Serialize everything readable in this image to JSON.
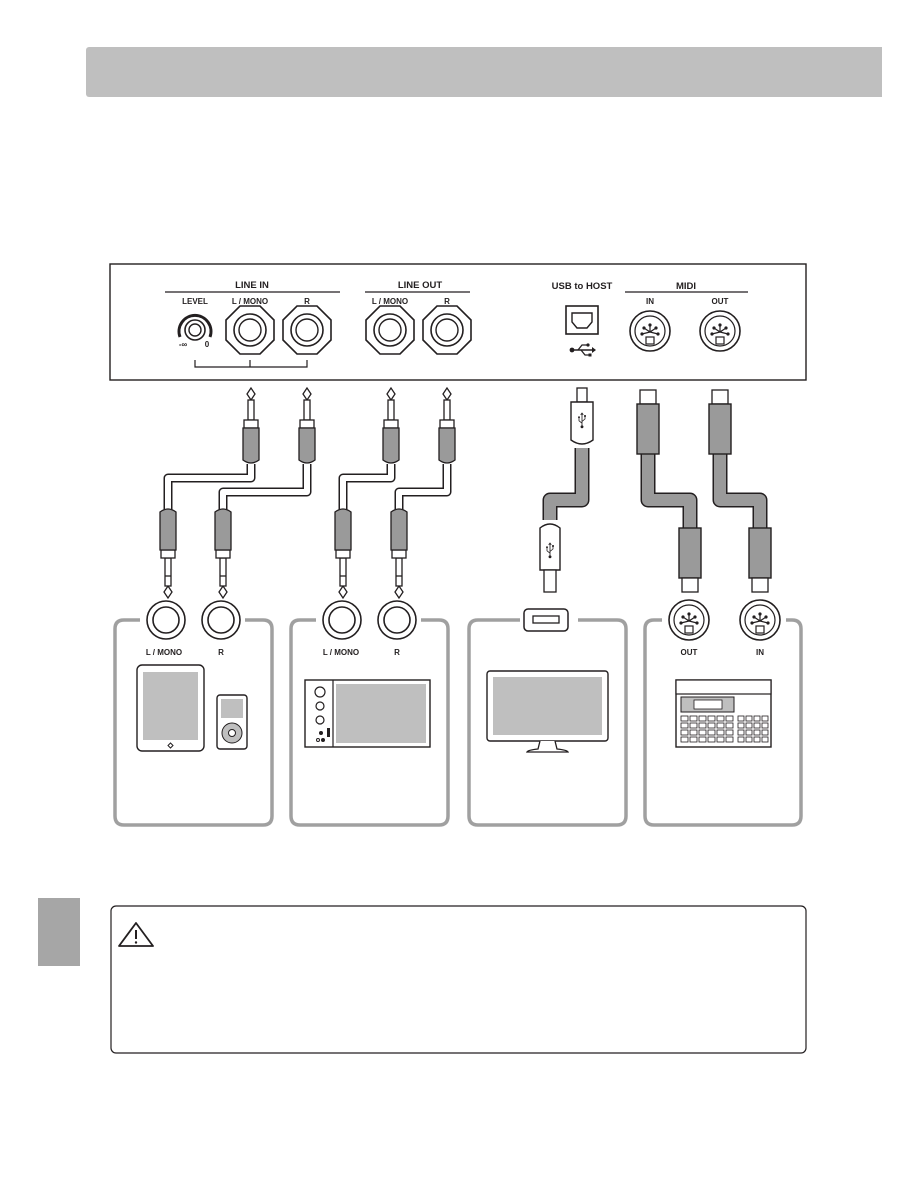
{
  "panel": {
    "line_in": "LINE IN",
    "level": "LEVEL",
    "level_min": "-∞",
    "level_max": "0",
    "line_in_l": "L / MONO",
    "line_in_r": "R",
    "line_out": "LINE OUT",
    "line_out_l": "L / MONO",
    "line_out_r": "R",
    "usb_to_host": "USB to HOST",
    "midi": "MIDI",
    "midi_in": "IN",
    "midi_out": "OUT"
  },
  "devices": {
    "player_l": "L / MONO",
    "player_r": "R",
    "mixer_l": "L / MONO",
    "mixer_r": "R",
    "midi_out": "OUT",
    "midi_in": "IN"
  },
  "icons": [
    "usb-icon",
    "warning-icon",
    "tablet-icon",
    "music-player-icon",
    "mixer-icon",
    "monitor-icon",
    "sequencer-icon"
  ]
}
